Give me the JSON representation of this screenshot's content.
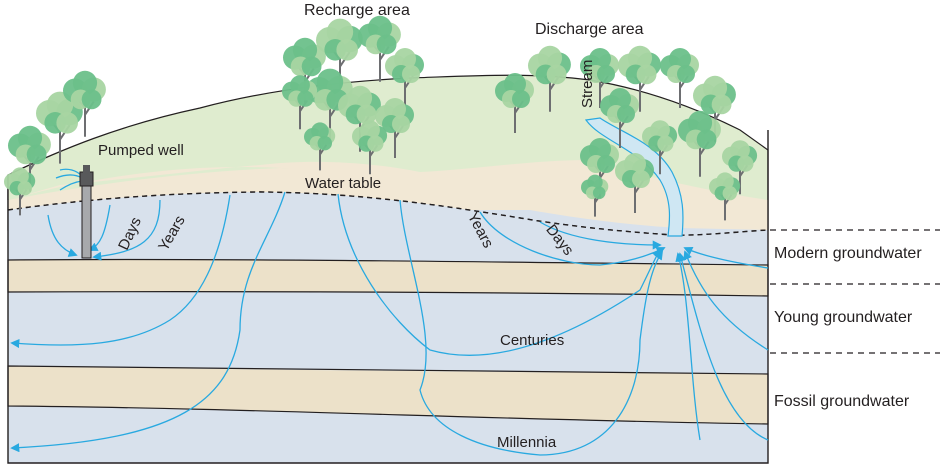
{
  "labels": {
    "recharge_area": "Recharge area",
    "discharge_area": "Discharge area",
    "stream": "Stream",
    "pumped_well": "Pumped well",
    "water_table": "Water table",
    "days_left": "Days",
    "years_left": "Years",
    "years_right": "Years",
    "days_right": "Days",
    "centuries": "Centuries",
    "millennia": "Millennia"
  },
  "zones": {
    "modern": "Modern groundwater",
    "young": "Young groundwater",
    "fossil": "Fossil groundwater"
  },
  "colors": {
    "hill_green": "#dfeccf",
    "water_table_sand": "#f2e8d5",
    "aquifer_blue": "#d8e1ec",
    "aquitard_tan": "#ece1c9",
    "flow_line": "#29a9e0",
    "tree_light": "#a8d5a2",
    "tree_mid": "#6cc08a",
    "trunk": "#6d6e71",
    "outline": "#231f20"
  }
}
